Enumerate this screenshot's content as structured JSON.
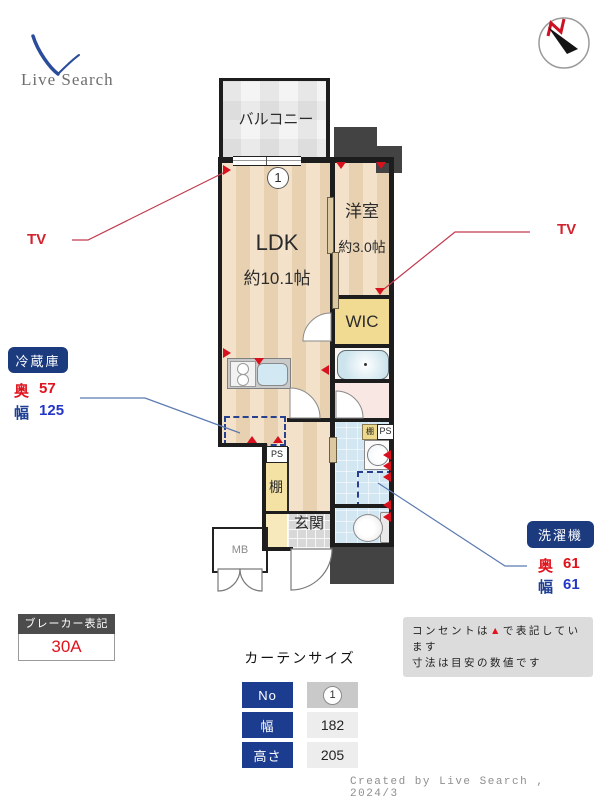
{
  "logo": {
    "text": "Live Search"
  },
  "compass": {
    "north": "N"
  },
  "rooms": {
    "balcony": "バルコニー",
    "ldk_name": "LDK",
    "ldk_size": "約10.1帖",
    "bedroom_name": "洋室",
    "bedroom_size": "約3.0帖",
    "wic": "WIC",
    "shelf": "棚",
    "shelf_small": "棚",
    "ps_kitchen": "PS",
    "ps_small": "PS",
    "entrance": "玄関",
    "meter_box": "MB",
    "curtain_no_marker": "1"
  },
  "callouts": {
    "tv_left": "TV",
    "tv_right": "TV",
    "fridge_title": "冷蔵庫",
    "fridge_depth_label": "奥",
    "fridge_depth": "57",
    "fridge_width_label": "幅",
    "fridge_width": "125",
    "washer_title": "洗濯機",
    "washer_depth_label": "奥",
    "washer_depth": "61",
    "washer_width_label": "幅",
    "washer_width": "61"
  },
  "breaker": {
    "title": "ブレーカー表記",
    "value": "30A"
  },
  "curtain_table": {
    "title": "カーテンサイズ",
    "row_no_label": "No",
    "row_no_value": "1",
    "row_width_label": "幅",
    "row_width_value": "182",
    "row_height_label": "高さ",
    "row_height_value": "205"
  },
  "notes": {
    "line1_pre": "コンセントは",
    "marker": "▲",
    "line1_post": "で表記しています",
    "line2": "寸法は目安の数値です"
  },
  "credit": "Created by Live Search , 2024/3"
}
